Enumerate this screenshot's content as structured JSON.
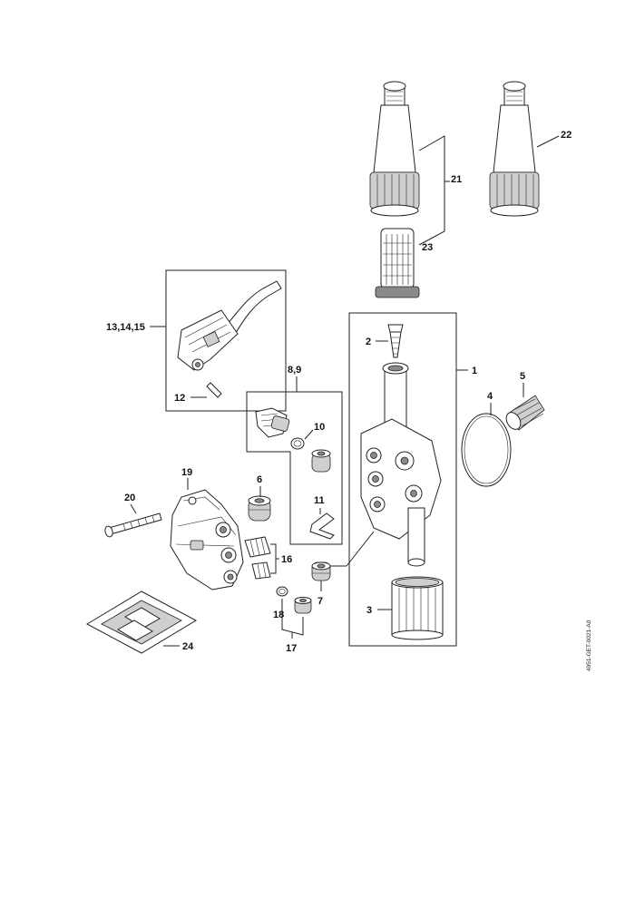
{
  "callouts": {
    "c1": "1",
    "c2": "2",
    "c3": "3",
    "c4": "4",
    "c5": "5",
    "c6": "6",
    "c7": "7",
    "c8_9": "8,9",
    "c10": "10",
    "c11": "11",
    "c12": "12",
    "c13_14_15": "13,14,15",
    "c16": "16",
    "c17": "17",
    "c18": "18",
    "c19": "19",
    "c20": "20",
    "c21": "21",
    "c22": "22",
    "c23": "23",
    "c24": "24"
  },
  "reference_code": "4951-GET-0021-A0"
}
